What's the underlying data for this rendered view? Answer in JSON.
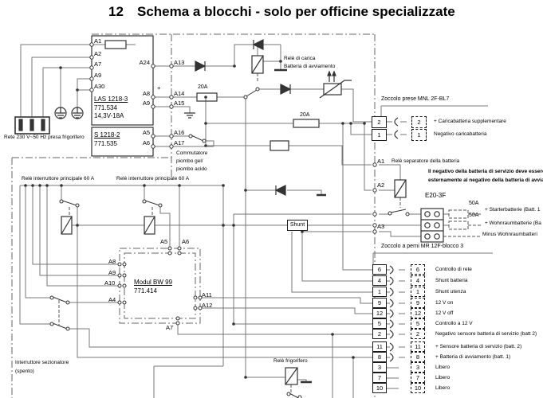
{
  "title": {
    "num": "12",
    "text": "Schema a blocchi - solo per officine specializzate"
  },
  "mains": {
    "label": "Rete 230 V~50 Hz presa frigorifero"
  },
  "las": {
    "name": "LAS 1218-3",
    "part": "771.534",
    "rating": "14,3V-18A",
    "a1": "A1",
    "a2": "A2",
    "a7": "A7",
    "a9l": "A9",
    "a30": "A30",
    "a24": "A24",
    "a8": "A8",
    "a9r": "A9",
    "plus": "+"
  },
  "s_block": {
    "name": "S 1218-2",
    "part": "771.535",
    "a5": "A5",
    "a6": "A6"
  },
  "boundary": {
    "a13": "A13",
    "a14": "A14",
    "a15": "A15",
    "a16": "A16",
    "a17": "A17",
    "fuse": "20A"
  },
  "commutatore": {
    "l1": "Commutatore",
    "l2": "piombo gel/",
    "l3": "piombo acido"
  },
  "carica": {
    "l1": "Relè di carica",
    "l2": "Batteria di avviamento",
    "fuse": "20A"
  },
  "shunt": {
    "label": "Shunt"
  },
  "prese": {
    "title": "Zoccolo prese MNL 2F-BL7",
    "pin2": "2",
    "pin1": "1",
    "label2": "+ Caricabatteria supplementare",
    "label1": "Negativo caricabatteria"
  },
  "sep": {
    "a1": "A1",
    "name": "Relè separatore della batteria",
    "a2": "A2",
    "a3": "A3",
    "warn1": "Il negativo della batteria di servizio deve  essere colleg",
    "warn2": "esternamente al negativo della batteria di avviamento"
  },
  "e20": {
    "name": "E20-3F",
    "fuse1": "50A",
    "fuse2": "50A",
    "row1": "+ Starterbatterie (Batt. 1",
    "row2": "+ Wohnraumbatterie (Ba",
    "row3": "Minus Wohnraumbatteri"
  },
  "mr": {
    "title": "Zoccolo a perni MR  12F-blocco 3",
    "rows": [
      {
        "pin": "6",
        "label": "Controllo di rete"
      },
      {
        "pin": "4",
        "label": "Shunt batteria"
      },
      {
        "pin": "1",
        "label": "Shunt utenza"
      },
      {
        "pin": "9",
        "label": "12 V on"
      },
      {
        "pin": "12",
        "label": "12 V off"
      },
      {
        "pin": "5",
        "label": "Controllo a 12 V"
      },
      {
        "pin": "2",
        "label": "Negativo sensore batteria di servizio (batt 2)"
      },
      {
        "pin": "11",
        "label": "+ Sensore batteria di servizio (batt. 2)"
      },
      {
        "pin": "8",
        "label": "+ Batteria di avviamento (batt. 1)"
      },
      {
        "pin": "3",
        "label": "Libero"
      },
      {
        "pin": "7",
        "label": "Libero"
      },
      {
        "pin": "10",
        "label": "Libero"
      }
    ]
  },
  "relays": {
    "label1": "Relè interruttore principale 60 A",
    "label2": "Relè interruttore principale 60 A"
  },
  "modul": {
    "name": "Modul  BW  99",
    "part": "771.414",
    "a5": "A5",
    "a6": "A6",
    "a8": "A8",
    "a9": "A9",
    "a10": "A10",
    "a4": "A4",
    "a11": "A11",
    "a12": "A12",
    "a7": "A7"
  },
  "sezionatore": {
    "l1": "Interruttore sezionatore",
    "l2": "(spento)"
  },
  "frigo": {
    "label": "Relè frigorifero"
  }
}
